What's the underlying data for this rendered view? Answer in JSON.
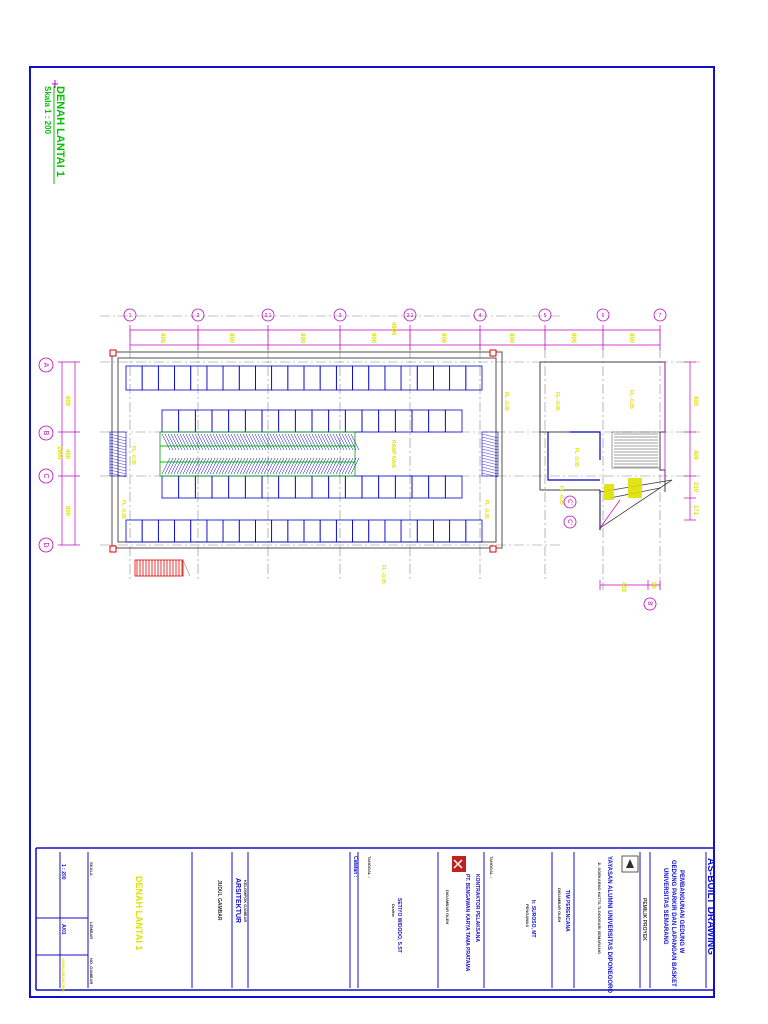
{
  "drawing_title": "DENAH LANTAI 1",
  "drawing_scale": "Skala 1 : 200",
  "grid_axes_numbers": [
    "1",
    "2",
    "2.1",
    "3",
    "3.1",
    "4",
    "5",
    "6",
    "7"
  ],
  "grid_axes_letters": [
    "A",
    "B",
    "C",
    "D"
  ],
  "grid_axis_extra": "B'",
  "grid_axis_c_prime": "C'",
  "top_dimensions": [
    "800",
    "800",
    "800",
    "800",
    "800",
    "800",
    "800",
    "800"
  ],
  "top_dimension_total": "4800",
  "left_dimensions": [
    "800",
    "400",
    "800"
  ],
  "left_dimension_total": "1500",
  "right_dimensions": [
    "800",
    "400",
    "210",
    "171"
  ],
  "bottom_right_dimensions": [
    "410",
    "90"
  ],
  "level_labels": {
    "main_left": "FL -0.05",
    "main_left_lower": "FL -0.05",
    "main_mid": "FL -0.05",
    "main_right": "FL -0.05",
    "annex_top": "FL -0.05",
    "annex_a": "FL -0.05",
    "annex_b": "FL -0.05",
    "annex_c": "FL -0.05",
    "annex_d": "FL -0.05",
    "ramp": "RAMP NAIK"
  },
  "title_block": {
    "header": "AS-BUILT DRAWING",
    "project_lines": [
      "PEMBANGUNAN GEDUNG W",
      "GEDUNG PARKIR DAN LAPANGAN BASKET",
      "UNIVERSITAS SEMARANG"
    ],
    "owner_label": "PEMILIK PROYEK",
    "owner": "YAYASAN ALUMNI UNIVERSITAS DIPONEGORO",
    "owner_address": "Jl. SOEKARNO HATTA TLOGOSARI SEMARANG",
    "team_label": "TIM PERENCANA",
    "team_sub": "DIGAMBAR OLEH",
    "signer_name": "Ir. SUROSO, MT",
    "signer_role": "PENGAWAS",
    "contractor_label": "KONTRAKTOR PELAKSANA",
    "contractor_name": "PT. BENGAWAN KARYA TAMA PRATAMA",
    "contractor_sub": "DIGAMBAR OLEH",
    "tanggal_1": "TANGGAL :",
    "tanggal_2": "TANGGAL :",
    "drafter": "SETIYO WIDODO, S.ST",
    "drafter_role": "Drafter",
    "catatan": "Catatan :",
    "group_label": "KELOMPOK GAMBAR",
    "group_value": "ARSITEKTUR",
    "title_label": "JUDUL GAMBAR",
    "title_value": "DENAH LANTAI 1",
    "skala_label": "SKALA",
    "skala_value": "1 : 200",
    "lembar_label": "LEMBAR",
    "lembar_value": "A/01",
    "no_label": "NO. GAMBAR",
    "no_value": "USM/ASBUILT/001"
  },
  "colors": {
    "frame": "#1010c8",
    "grid": "#c000c0",
    "parking": "#0000d0",
    "label": "#e0e000",
    "green": "#00c000",
    "red": "#e00000",
    "wall": "#404040"
  }
}
